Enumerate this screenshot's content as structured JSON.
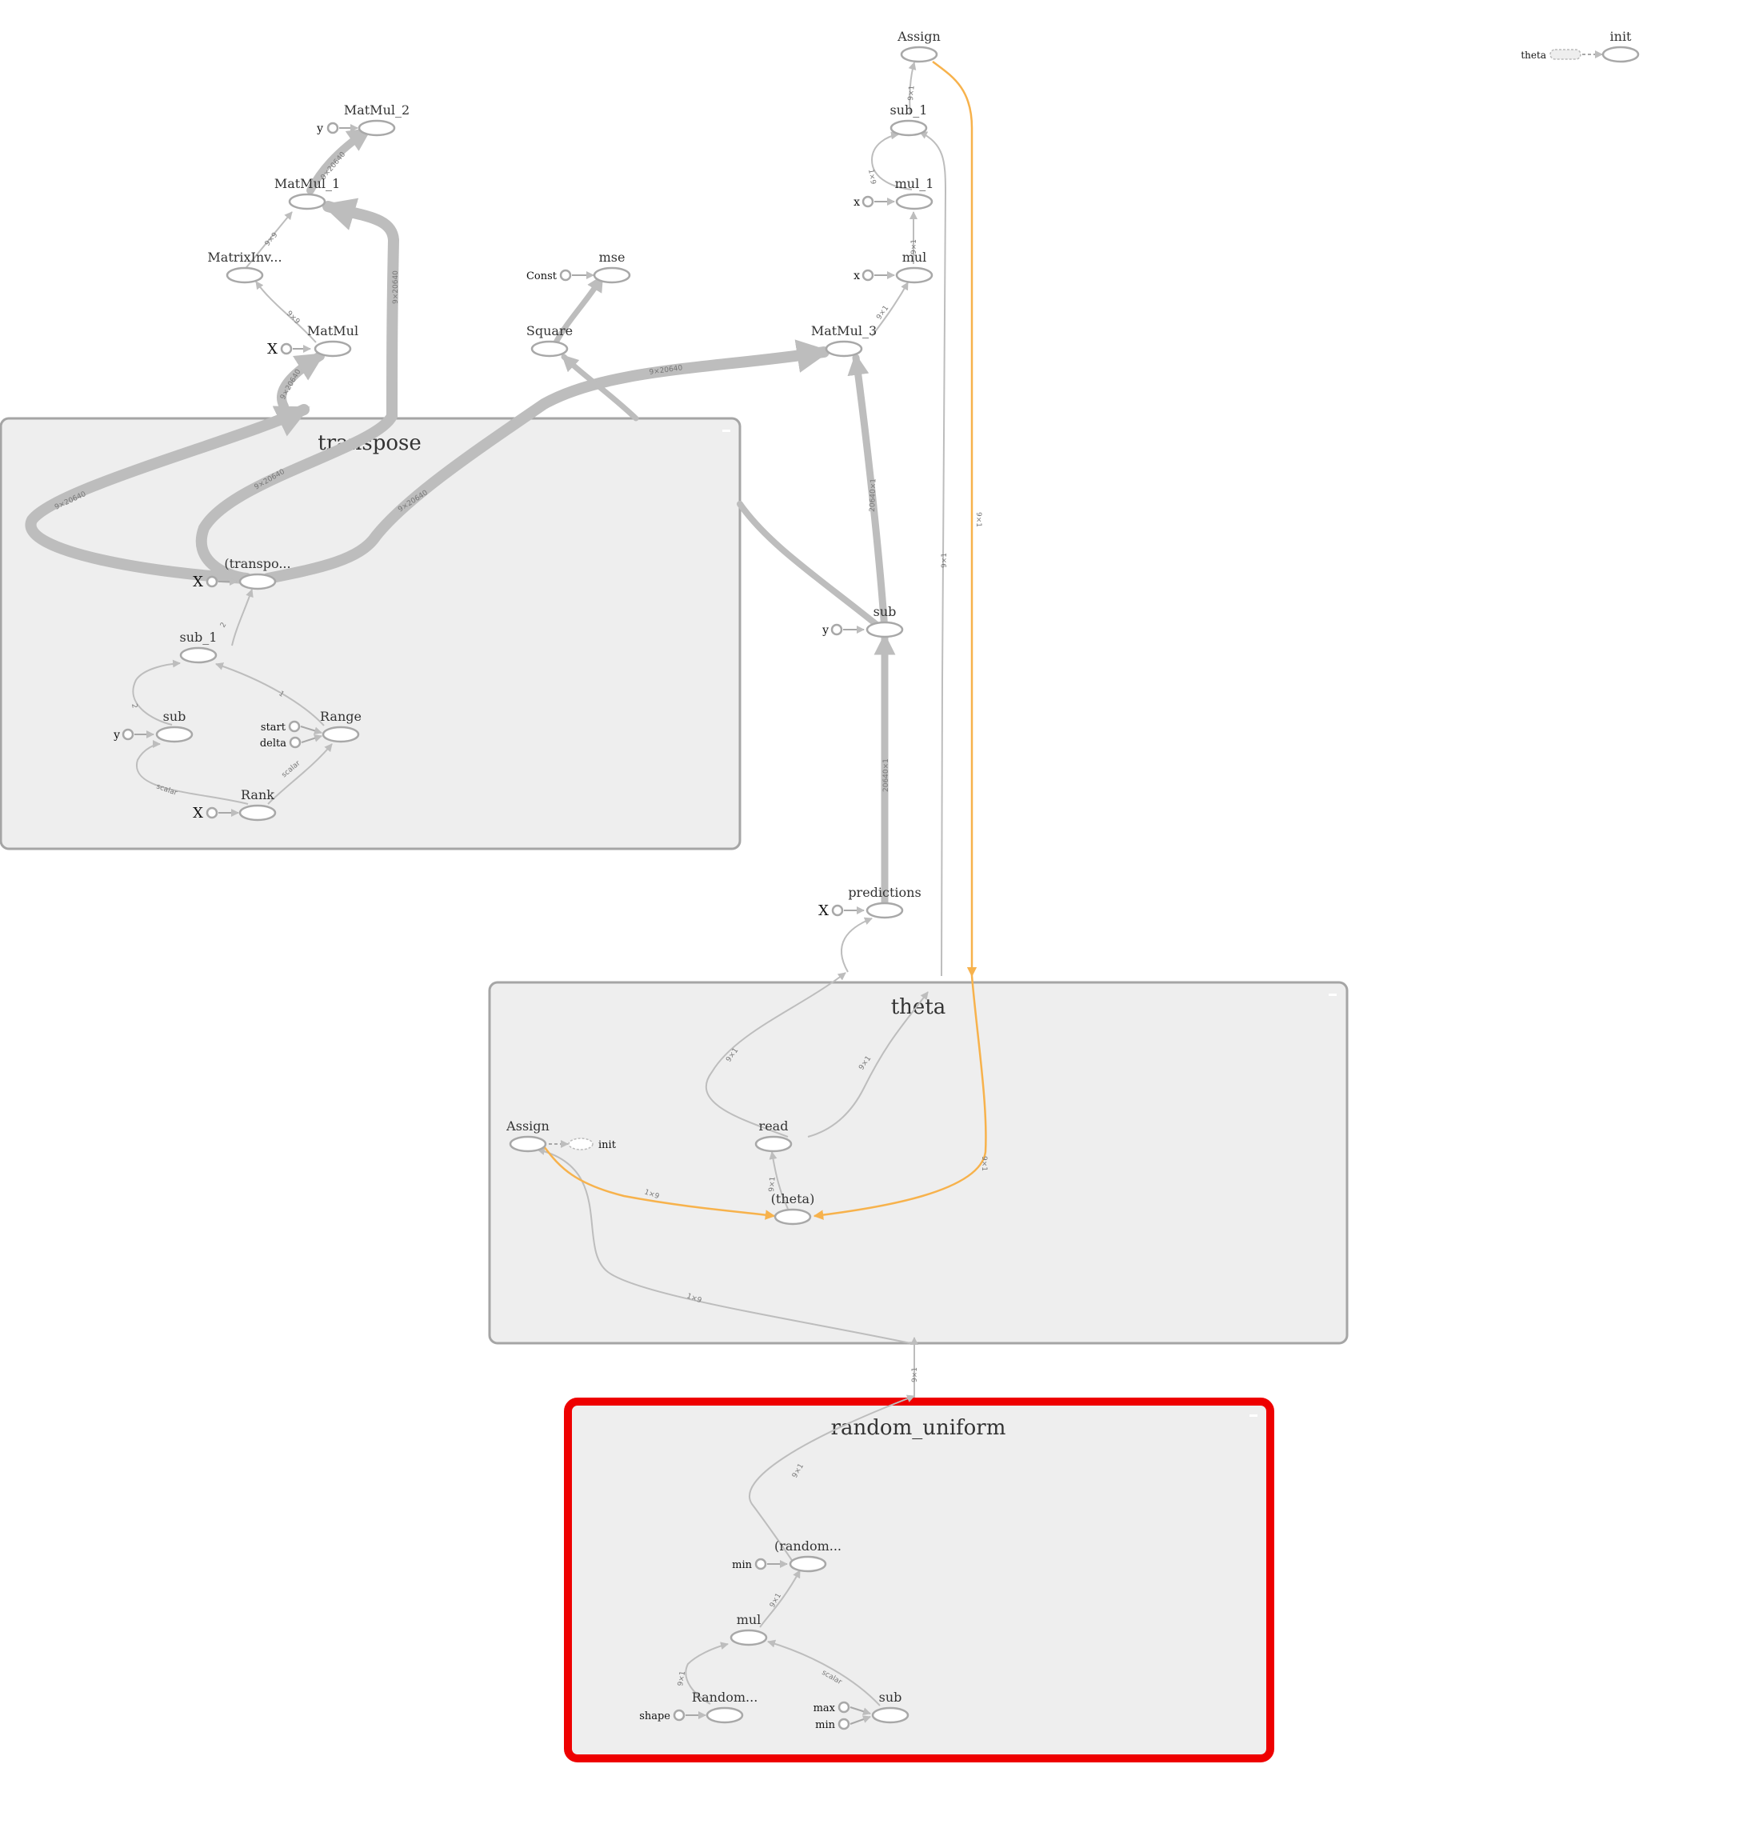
{
  "colors": {
    "edge": "#bdbdbd",
    "ref_edge": "#f7b24c",
    "group_fill": "#eeeeee",
    "group_stroke": "#a5a5a5",
    "selected_stroke": "#ee0000",
    "node_stroke": "#a8a8a8"
  },
  "groups": {
    "transpose": "transpose",
    "theta": "theta",
    "random_uniform": "random_uniform"
  },
  "nodes": {
    "assign_top": "Assign",
    "init_top": "init",
    "theta_top": "theta",
    "sub_1_top": "sub_1",
    "mul_1_top": "mul_1",
    "mul_top": "mul",
    "matmul_3": "MatMul_3",
    "matmul_2": "MatMul_2",
    "matmul_1": "MatMul_1",
    "matrixinv": "MatrixInv...",
    "matmul": "MatMul",
    "mse": "mse",
    "const": "Const",
    "square": "Square",
    "transpo": "(transpo...",
    "t_sub_1": "sub_1",
    "t_sub": "sub",
    "t_range": "Range",
    "t_rank": "Rank",
    "sub_right": "sub",
    "predictions": "predictions",
    "theta_assign": "Assign",
    "theta_init": "init",
    "theta_read": "read",
    "theta_var": "(theta)",
    "random_inner": "(random...",
    "ru_mul": "mul",
    "ru_random": "Random...",
    "ru_sub": "sub"
  },
  "inputs": {
    "y": "y",
    "x_small": "x",
    "X": "X",
    "start": "start",
    "delta": "delta",
    "min": "min",
    "max": "max",
    "shape": "shape"
  },
  "edge_labels": {
    "e1": "9×20640",
    "e2": "9×9",
    "e3": "9×1",
    "e4": "1×9",
    "e5": "20640×1",
    "e6": "2",
    "e7": "2",
    "e8": "1",
    "e9": "scalar",
    "e10": "scalar",
    "e11": "9×1",
    "e12": "scalar"
  }
}
